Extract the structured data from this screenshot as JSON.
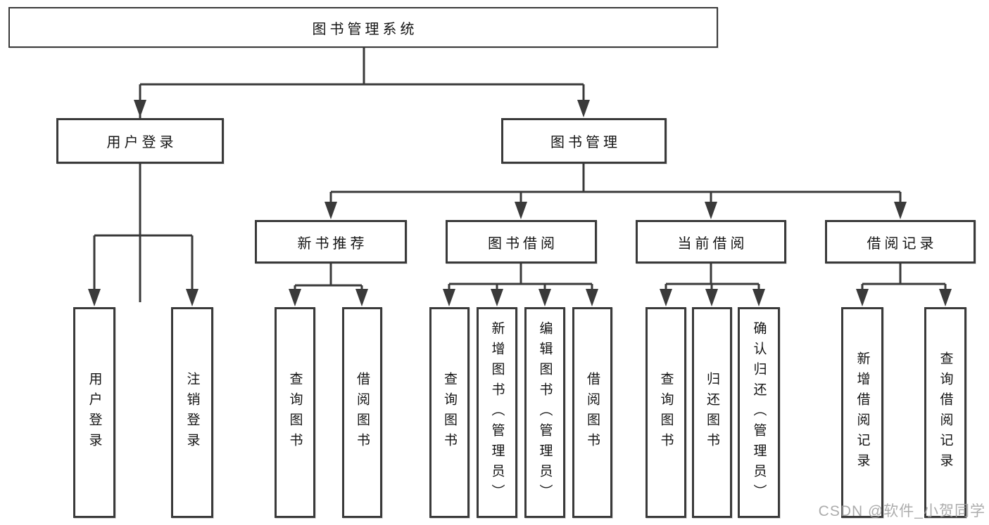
{
  "diagram": {
    "watermark": "CSDN @软件_小贺同学",
    "colors": {
      "background": "#ffffff",
      "line": "#3a3a3a",
      "box_border": "#3a3a3a",
      "text": "#141414",
      "watermark": "#9e9e9e"
    },
    "hierarchy": {
      "root": {
        "label": "图书管理系统"
      },
      "branches": [
        {
          "label": "用户登录",
          "leaves": [
            {
              "label": "用户登录"
            },
            {
              "label": "注销登录"
            }
          ]
        },
        {
          "label": "图书管理",
          "groups": [
            {
              "label": "新书推荐",
              "leaves": [
                {
                  "label": "查询图书"
                },
                {
                  "label": "借阅图书"
                }
              ]
            },
            {
              "label": "图书借阅",
              "leaves": [
                {
                  "label": "查询图书"
                },
                {
                  "label": "新增图书（管理员）"
                },
                {
                  "label": "编辑图书（管理员）"
                },
                {
                  "label": "借阅图书"
                }
              ]
            },
            {
              "label": "当前借阅",
              "leaves": [
                {
                  "label": "查询图书"
                },
                {
                  "label": "归还图书"
                },
                {
                  "label": "确认归还（管理员）"
                }
              ]
            },
            {
              "label": "借阅记录",
              "leaves": [
                {
                  "label": "新增借阅记录"
                },
                {
                  "label": "查询借阅记录"
                }
              ]
            }
          ]
        }
      ]
    }
  }
}
